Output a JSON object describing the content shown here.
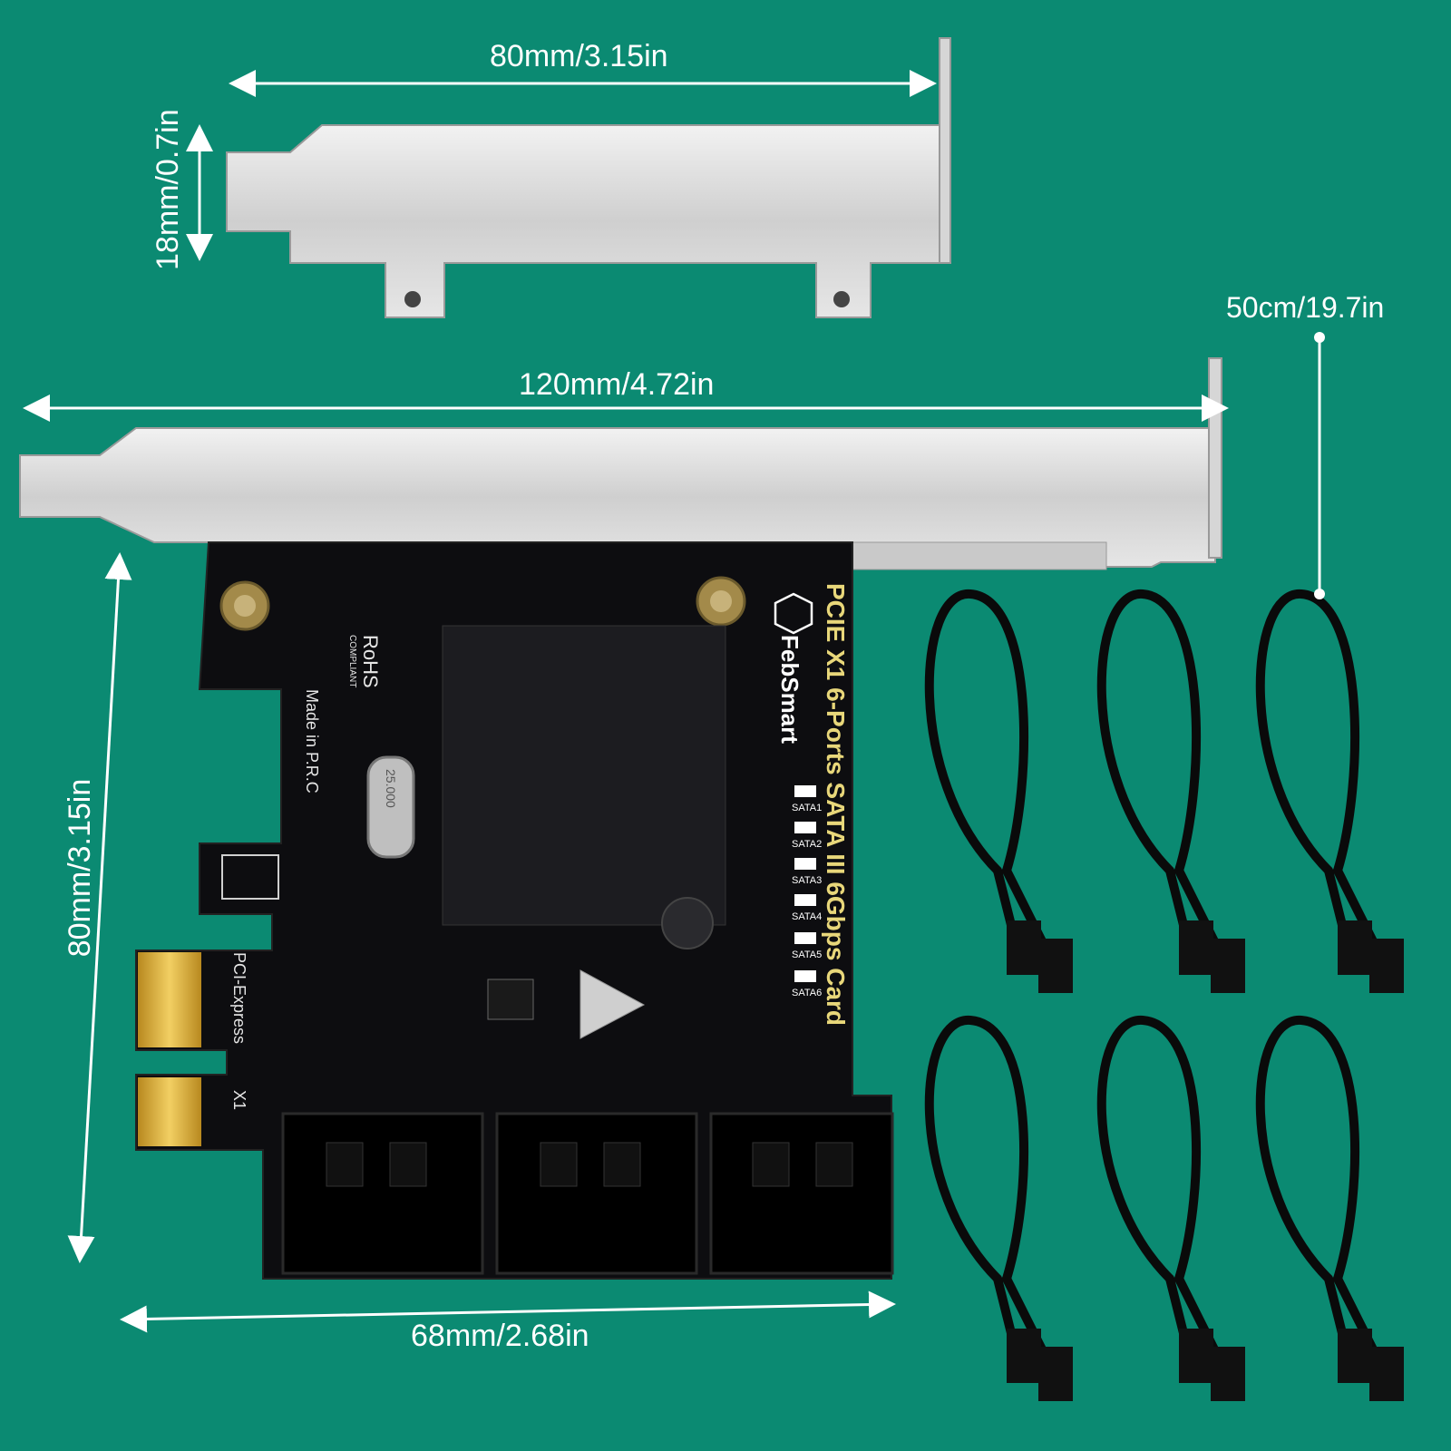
{
  "dimensions": {
    "small_bracket_width": "80mm/3.15in",
    "small_bracket_height": "18mm/0.7in",
    "large_bracket_width": "120mm/4.72in",
    "card_height": "80mm/3.15in",
    "card_width": "68mm/2.68in",
    "cable_length": "50cm/19.7in"
  },
  "card": {
    "title": "PCIE X1 6-Ports SATA III 6Gbps Card",
    "brand": "FebSmart",
    "made_in": "Made in P.R.C",
    "rohs": "RoHS",
    "rohs_sub": "COMPLIANT",
    "crystal": "25.000",
    "pci_label": "PCI-Express",
    "x1_label": "X1",
    "ports": [
      "SATA1",
      "SATA2",
      "SATA3",
      "SATA4",
      "SATA5",
      "SATA6"
    ]
  },
  "colors": {
    "background": "#0b8a72",
    "pcb": "#0d0d10",
    "bracket": "#d9d9d9",
    "title_text": "#e8d77a"
  }
}
